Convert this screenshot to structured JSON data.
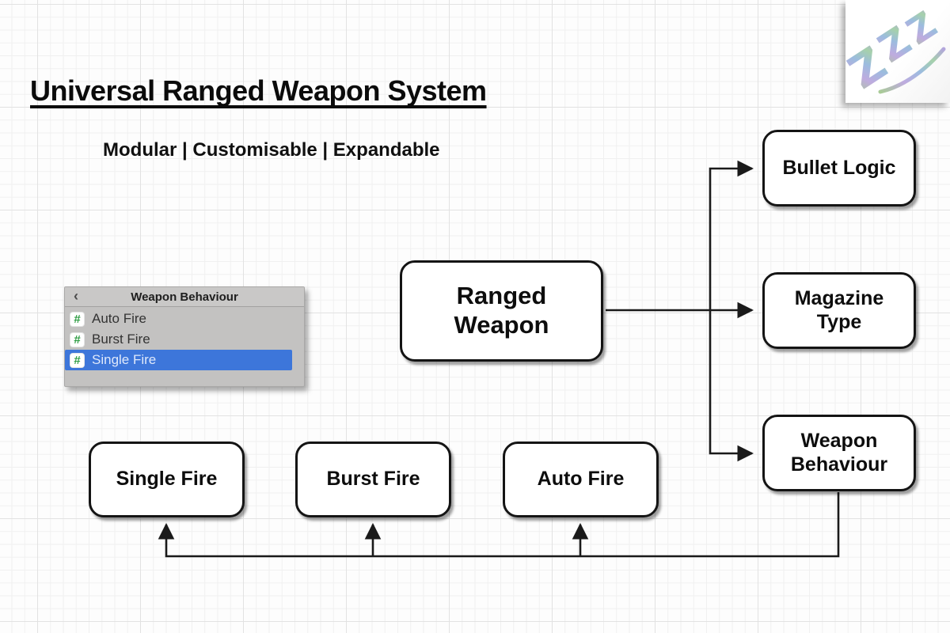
{
  "header": {
    "title": "Universal Ranged Weapon System",
    "subtitle": "Modular | Customisable | Expandable"
  },
  "sticker": {
    "letters": [
      "Z",
      "Z",
      "Z"
    ]
  },
  "inspector_panel": {
    "title": "Weapon Behaviour",
    "back_icon": "‹",
    "hash_icon": "#",
    "items": [
      {
        "label": "Auto Fire",
        "selected": false
      },
      {
        "label": "Burst Fire",
        "selected": false
      },
      {
        "label": "Single Fire",
        "selected": true
      }
    ],
    "colors": {
      "header_bg": "#c9c8c7",
      "body_bg": "#c3c2c1",
      "selected_bg": "#3d76da",
      "selected_text": "#dfe9fb",
      "hash_green": "#2f9d44"
    }
  },
  "diagram": {
    "nodes": {
      "ranged_weapon": "Ranged Weapon",
      "bullet_logic": "Bullet Logic",
      "magazine_type": "Magazine Type",
      "weapon_behaviour": "Weapon Behaviour",
      "single_fire": "Single Fire",
      "burst_fire": "Burst Fire",
      "auto_fire": "Auto Fire"
    },
    "line_color": "#1a1a1a"
  }
}
